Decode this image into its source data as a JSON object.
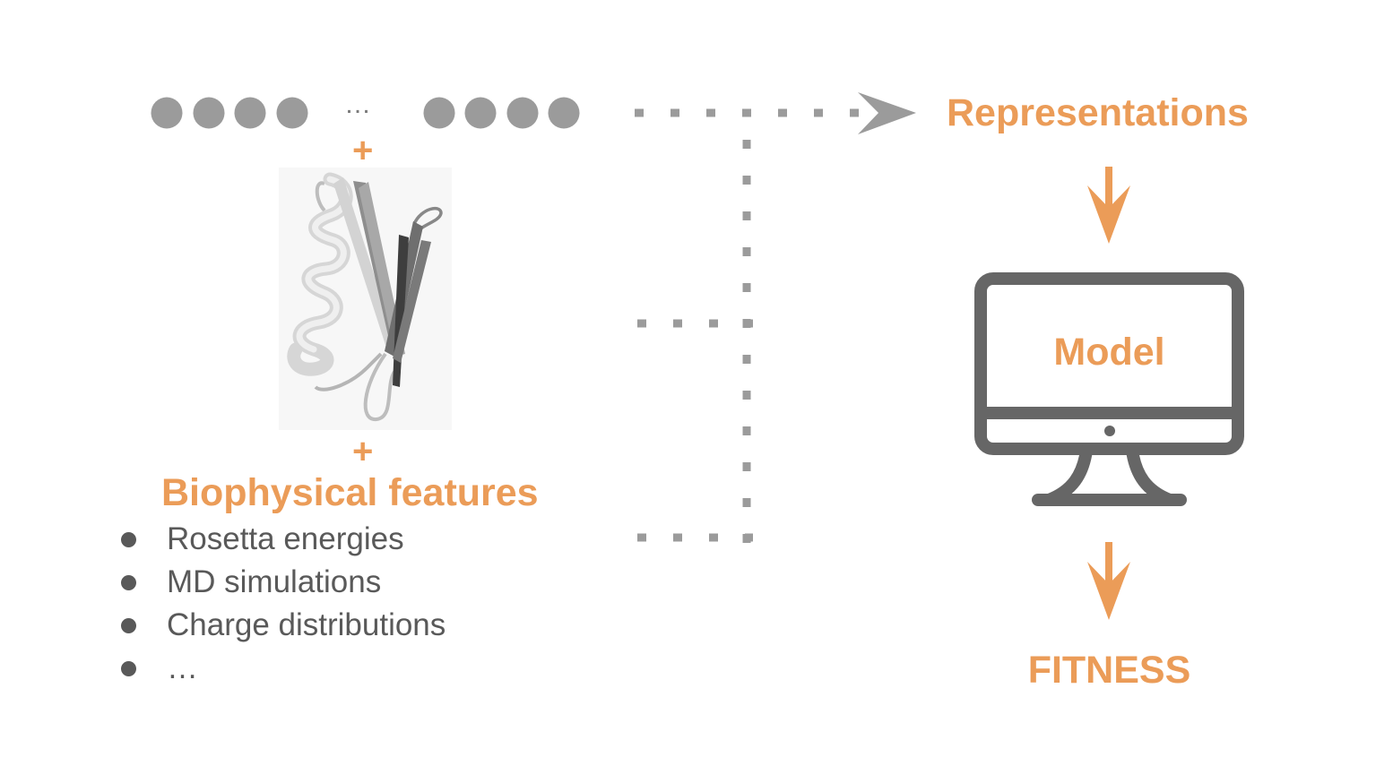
{
  "sequence": {
    "ellipsis": "…"
  },
  "structure": {
    "plus_top": "+",
    "plus_bottom": "+"
  },
  "biophysical": {
    "title": "Biophysical features",
    "items": [
      "Rosetta energies",
      "MD simulations",
      "Charge distributions",
      "…"
    ]
  },
  "pipeline": {
    "representations": "Representations",
    "model": "Model",
    "fitness": "FITNESS"
  },
  "colors": {
    "accent": "#EB9C58",
    "gray": "#9B9B9B",
    "dark_gray": "#666666",
    "text": "#595959"
  }
}
